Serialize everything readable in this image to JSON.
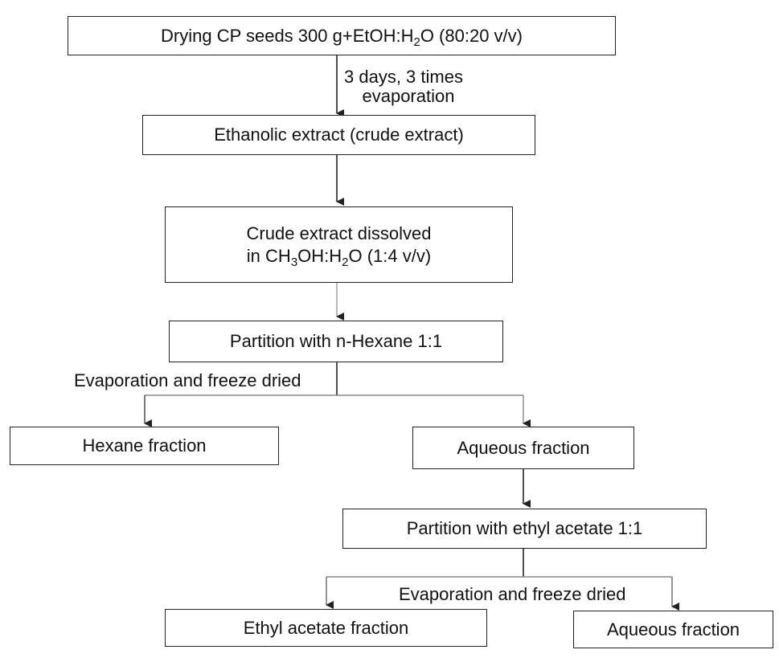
{
  "nodes": {
    "seeds": {
      "pre": "Drying CP seeds 300 g+EtOH:H",
      "sub": "2",
      "post": "O (80:20 v/v)"
    },
    "ethanolic": {
      "label": "Ethanolic extract (crude extract)"
    },
    "dissolved": {
      "line1": "Crude extract dissolved",
      "pre": "in CH",
      "sub1": "3",
      "mid": "OH:H",
      "sub2": "2",
      "post": "O (1:4 v/v)"
    },
    "partition_hexane": {
      "label": "Partition with n-Hexane 1:1"
    },
    "hexane_fraction": {
      "label": "Hexane fraction"
    },
    "aqueous_fraction_1": {
      "label": "Aqueous fraction"
    },
    "partition_ethyl": {
      "label": "Partition with ethyl acetate 1:1"
    },
    "ethyl_fraction": {
      "label": "Ethyl acetate fraction"
    },
    "aqueous_fraction_2": {
      "label": "Aqueous fraction"
    }
  },
  "edge_labels": {
    "days_line1": "3 days, 3 times",
    "days_line2": "evaporation",
    "evap1": "Evaporation and freeze dried",
    "evap2": "Evaporation and freeze dried"
  }
}
